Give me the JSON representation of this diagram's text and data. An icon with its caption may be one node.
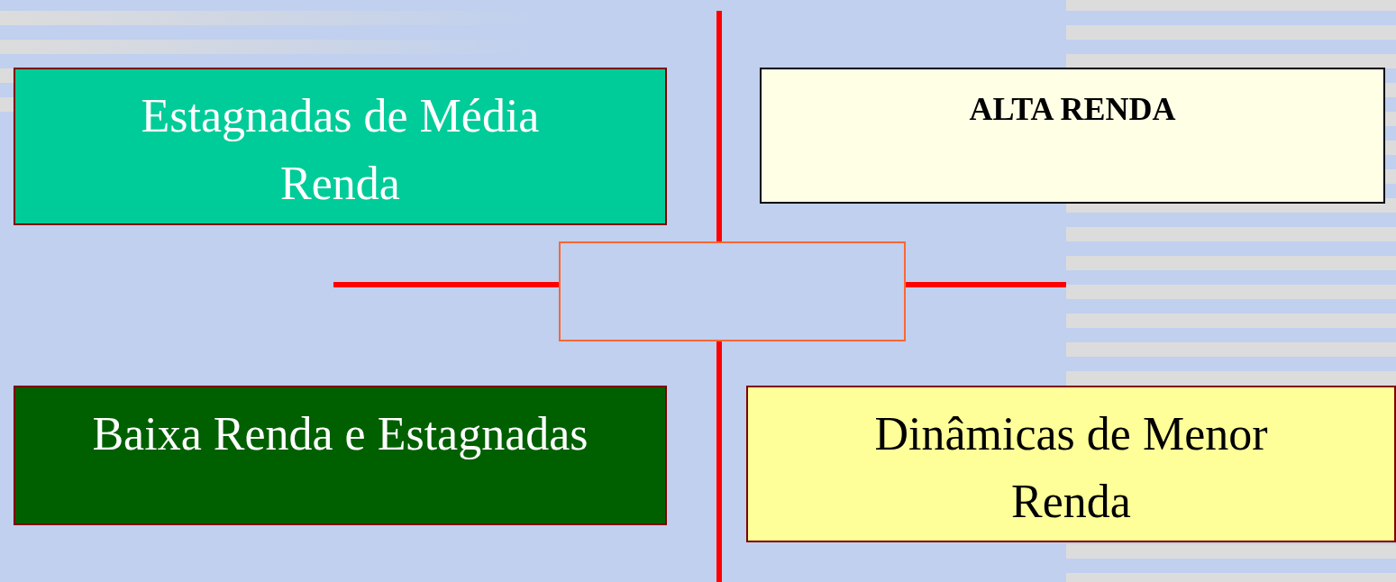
{
  "diagram": {
    "nodes": [
      {
        "text": [
          "Estagnadas de Média Renda"
        ]
      },
      {
        "text": [
          "ALTA RENDA"
        ]
      },
      {
        "text": [],
        "shape": "box"
      },
      {
        "text": [
          "Baixa Renda e Estagnadas"
        ]
      },
      {
        "text": [
          "Dinâmicas de Menor Renda"
        ]
      }
    ]
  }
}
